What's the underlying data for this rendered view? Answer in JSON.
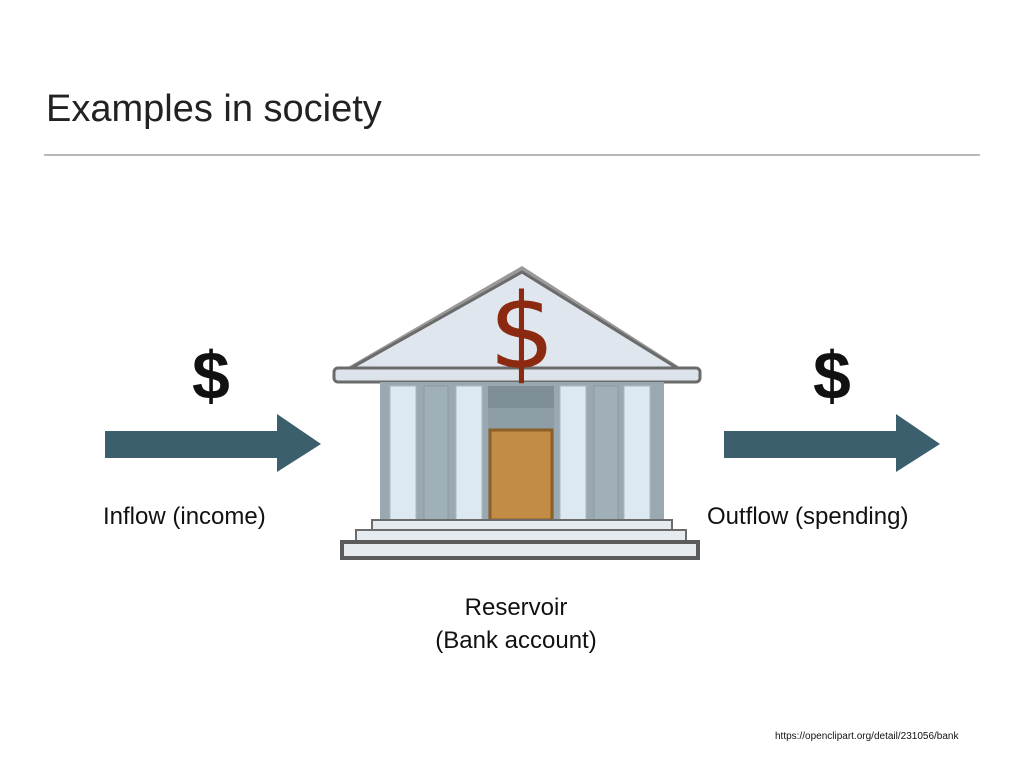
{
  "slide": {
    "title": "Examples in society"
  },
  "diagram": {
    "inflow": {
      "symbol": "$",
      "label": "Inflow (income)"
    },
    "outflow": {
      "symbol": "$",
      "label": "Outflow (spending)"
    },
    "reservoir": {
      "line1": "Reservoir",
      "line2": "(Bank account)"
    },
    "bank_sign": "$"
  },
  "source_url": "https://openclipart.org/detail/231056/bank",
  "colors": {
    "arrow": "#3b5f6d",
    "sign": "#8b2a10",
    "door": "#c28c46",
    "column": "#dce8f2",
    "roof": "#dfe6ee"
  }
}
